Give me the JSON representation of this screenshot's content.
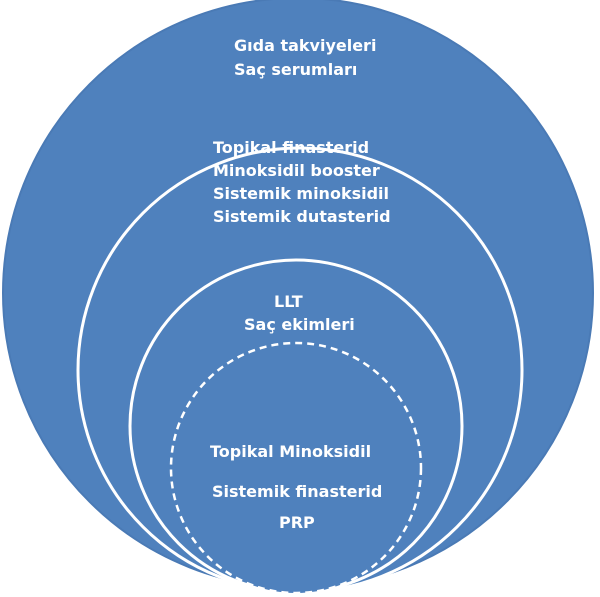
{
  "colors": {
    "fill": "#4f81bd",
    "stroke": "#ffffff",
    "text": "#ffffff"
  },
  "outer_ring": {
    "lines": [
      "Gıda takviyeleri",
      "Saç serumları"
    ]
  },
  "second_ring": {
    "lines": [
      "Topikal finasterid",
      "Minoksidil booster",
      "Sistemik minoksidil",
      "Sistemik dutasterid"
    ]
  },
  "third_ring": {
    "lines": [
      "LLT",
      "Saç ekimleri"
    ]
  },
  "inner_ring": {
    "lines": [
      "Topikal Minoksidil",
      "Sistemik finasterid",
      "PRP"
    ]
  }
}
